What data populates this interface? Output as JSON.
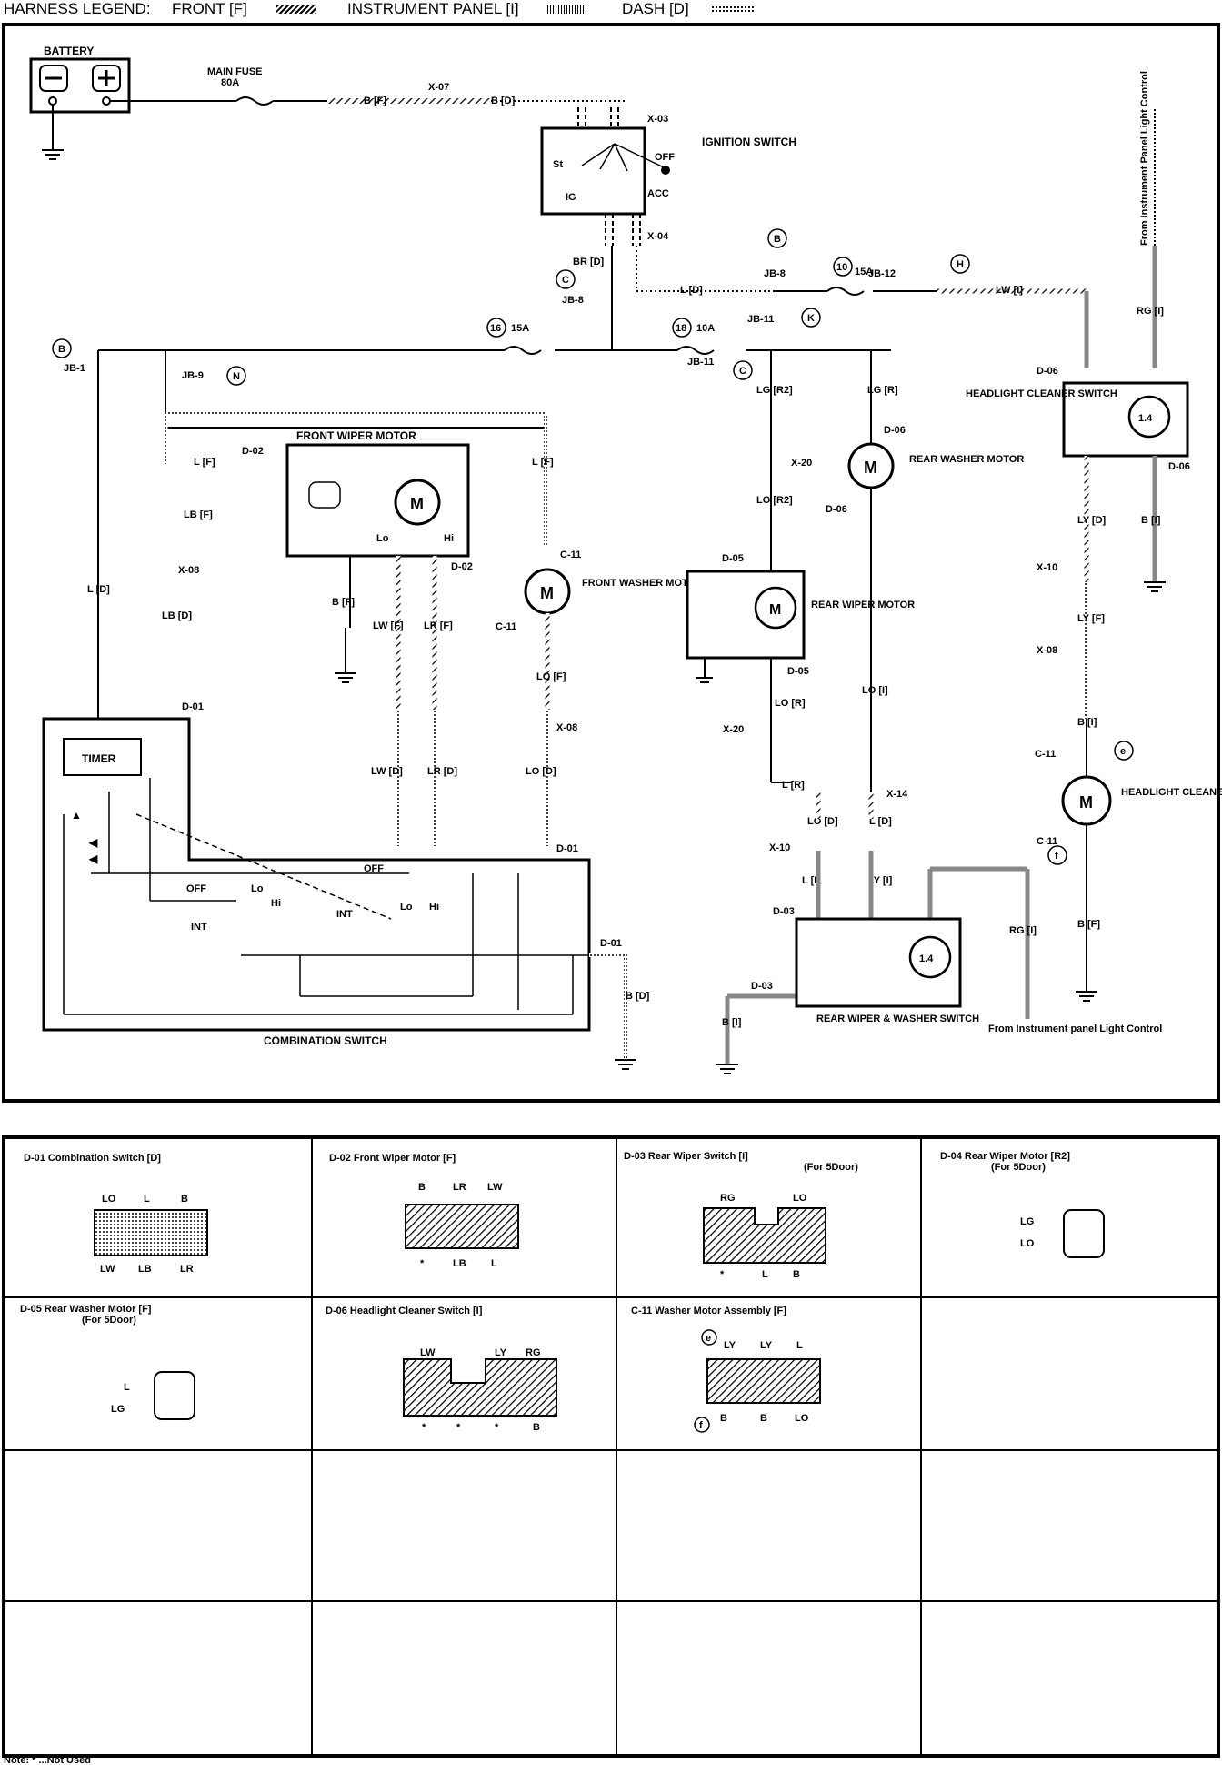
{
  "legend": {
    "title": "HARNESS LEGEND:",
    "front": "FRONT [F]",
    "instrument": "INSTRUMENT PANEL [I]",
    "dash": "DASH [D]"
  },
  "components": {
    "battery": "BATTERY",
    "main_fuse": "MAIN FUSE",
    "main_fuse_rating": "80A",
    "ignition_switch": "IGNITION SWITCH",
    "ign_off": "OFF",
    "ign_acc": "ACC",
    "ign_st": "St",
    "ign_ig": "IG",
    "front_wiper_motor": "FRONT WIPER MOTOR",
    "front_washer_motor": "FRONT WASHER MOTOR",
    "rear_washer_motor": "REAR WASHER MOTOR",
    "rear_wiper_motor": "REAR WIPER MOTOR",
    "headlight_cleaner_switch": "HEADLIGHT CLEANER SWITCH",
    "headlight_cleaner_motor": "HEADLIGHT CLEANER MOTOR",
    "rear_wiper_washer_switch": "REAR WIPER & WASHER SWITCH",
    "combination_switch": "COMBINATION SWITCH",
    "timer": "TIMER",
    "from_ipl": "From Instrument panel Light Control",
    "from_ipl_vertical": "From Instrument Panel Light Control",
    "motor": "M",
    "lamp": "1.4"
  },
  "fuses": [
    {
      "num": "16",
      "rating": "15A"
    },
    {
      "num": "18",
      "rating": "10A"
    },
    {
      "num": "10",
      "rating": "15A"
    }
  ],
  "connectors": [
    "X-07",
    "X-03",
    "X-04",
    "JB-8",
    "JB-11",
    "JB-12",
    "JB-1",
    "JB-9",
    "D-02",
    "D-01",
    "D-03",
    "D-04",
    "D-05",
    "D-06",
    "C-11",
    "X-08",
    "X-20",
    "X-10",
    "X-14"
  ],
  "wires": [
    "B [F]",
    "B [D]",
    "BR [D]",
    "L [D]",
    "LW [I]",
    "RG [I]",
    "LG [R]",
    "L [F]",
    "LB [F]",
    "LB [D]",
    "LW [F]",
    "LR [F]",
    "LO [F]",
    "LW [D]",
    "LR [D]",
    "LO [D]",
    "LG [R2]",
    "LO [R2]",
    "LO [R]",
    "L [R]",
    "LO [I]",
    "L [I]",
    "LY [I]",
    "LY [D]",
    "LY [F]",
    "B [I]"
  ],
  "markers": [
    "B",
    "C",
    "H",
    "K",
    "N",
    "e",
    "f"
  ],
  "switch_positions": [
    "OFF",
    "INT",
    "Lo",
    "Hi"
  ],
  "connector_views": [
    {
      "title": "D-01 Combination Switch [D]",
      "sub": "",
      "top": [
        "LO",
        "L",
        "B"
      ],
      "bottom": [
        "LW",
        "LB",
        "LR"
      ]
    },
    {
      "title": "D-02 Front Wiper Motor [F]",
      "sub": "",
      "top": [
        "B",
        "LR",
        "LW"
      ],
      "bottom": [
        "*",
        "LB",
        "L"
      ]
    },
    {
      "title": "D-03 Rear Wiper Switch [I]",
      "sub": "(For 5Door)",
      "top": [
        "RG",
        "LO"
      ],
      "bottom": [
        "*",
        "L",
        "B"
      ]
    },
    {
      "title": "D-04 Rear Wiper Motor [R2]",
      "sub": "(For 5Door)",
      "top": [
        "LG"
      ],
      "bottom": [
        "LO"
      ]
    },
    {
      "title": "D-05 Rear Washer Motor [F]",
      "sub": "(For 5Door)",
      "top": [
        "L"
      ],
      "bottom": [
        "LG"
      ]
    },
    {
      "title": "D-06 Headlight Cleaner Switch [I]",
      "sub": "",
      "top": [
        "LW",
        "LY",
        "RG"
      ],
      "bottom": [
        "*",
        "*",
        "*",
        "B"
      ]
    },
    {
      "title": "C-11 Washer Motor Assembly [F]",
      "sub": "",
      "top": [
        "LY",
        "LY",
        "L"
      ],
      "bottom": [
        "B",
        "B",
        "LO"
      ]
    }
  ],
  "note": "Note: * ...Not Used"
}
